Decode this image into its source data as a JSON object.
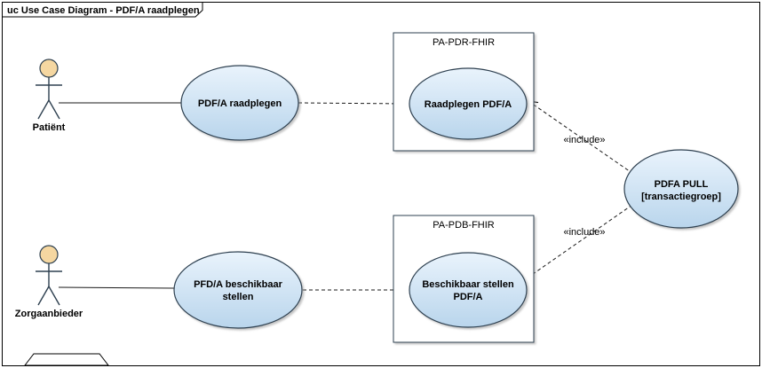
{
  "frame": {
    "title": "uc Use Case Diagram - PDF/A raadplegen"
  },
  "actors": {
    "patient": "Patiënt",
    "zorgaanbieder": "Zorgaanbieder"
  },
  "boundaries": {
    "pdr": "PA-PDR-FHIR",
    "pdb": "PA-PDB-FHIR"
  },
  "use_cases": {
    "pdfa_raadplegen": "PDF/A raadplegen",
    "raadplegen_pdfa": "Raadplegen PDF/A",
    "pfda_beschikbaar_l1": "PFD/A beschikbaar",
    "pfda_beschikbaar_l2": "stellen",
    "beschikbaar_stellen_l1": "Beschikbaar stellen",
    "beschikbaar_stellen_l2": "PDF/A",
    "pdfa_pull_l1": "PDFA PULL",
    "pdfa_pull_l2": "[transactiegroep]"
  },
  "labels": {
    "include_top": "«include»",
    "include_bottom": "«include»"
  },
  "colors": {
    "usecase_fill_top": "#e9f3fc",
    "usecase_fill_bottom": "#b9d5ec",
    "shape_stroke": "#2e4050",
    "actor_head_fill": "#f5d7a1",
    "line": "#1a1a1a"
  }
}
